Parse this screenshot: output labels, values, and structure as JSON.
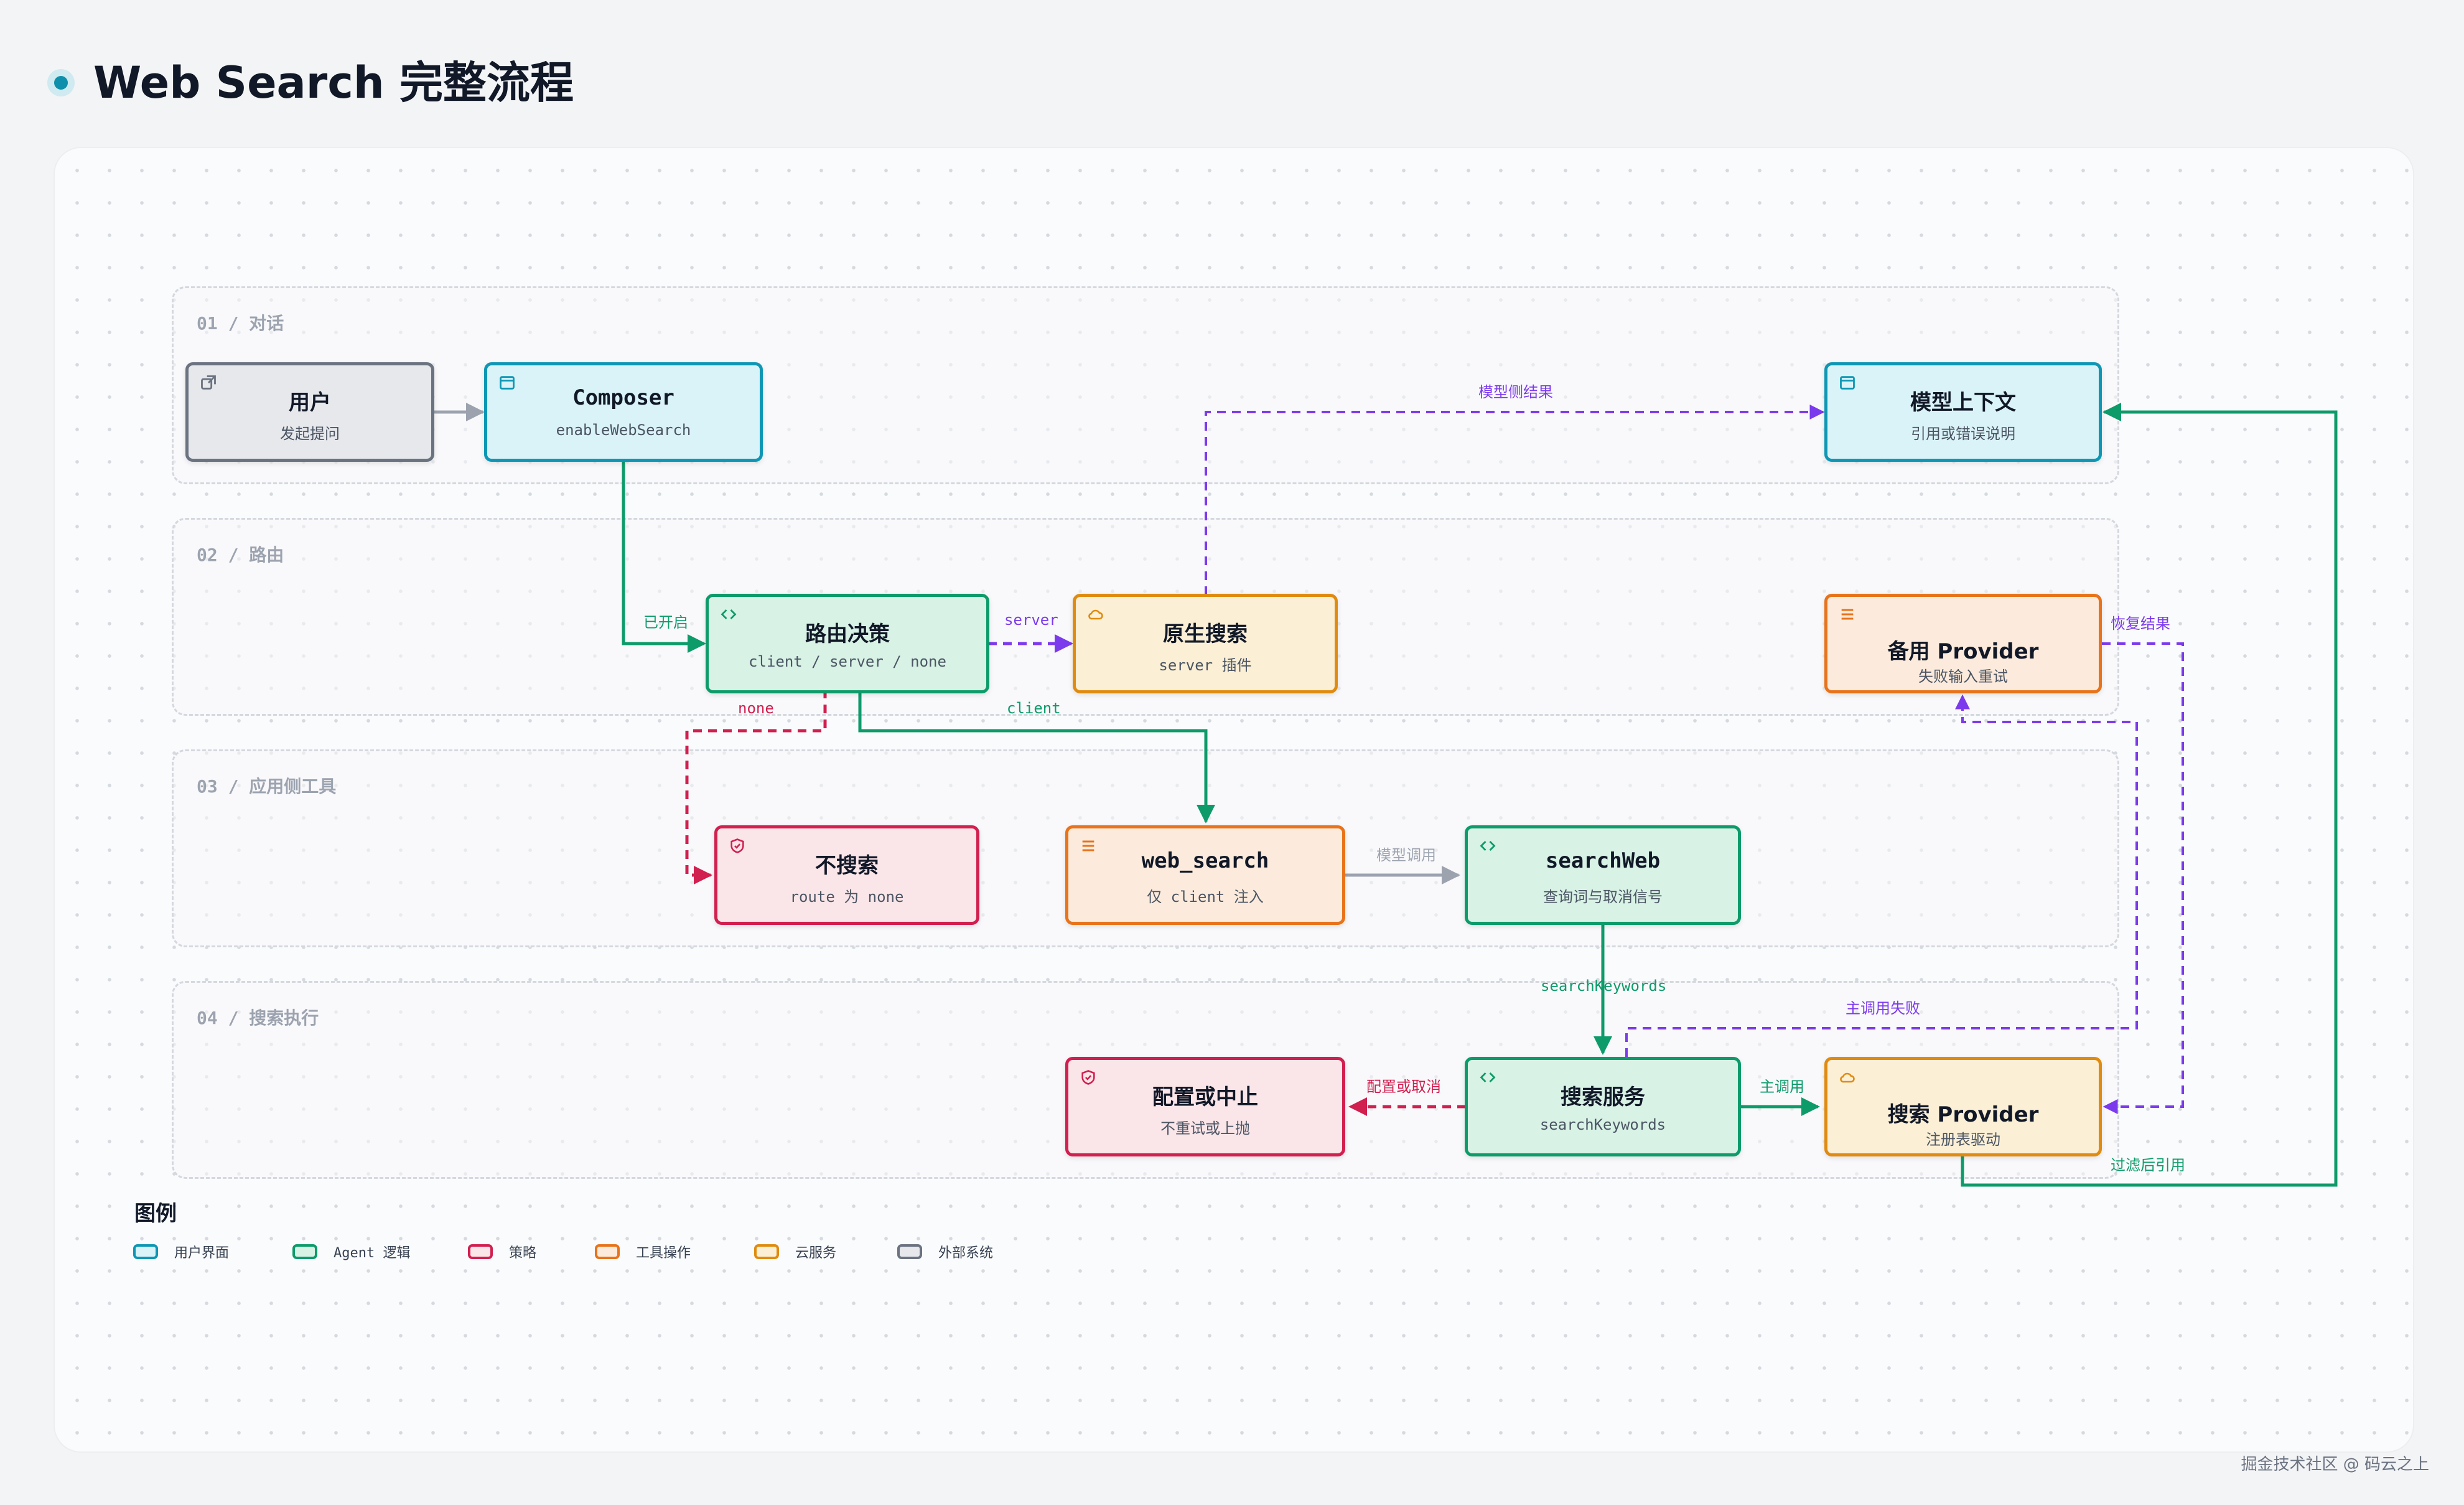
{
  "title": "Web Search 完整流程",
  "lanes": [
    {
      "label": "01 / 对话"
    },
    {
      "label": "02 / 路由"
    },
    {
      "label": "03 / 应用侧工具"
    },
    {
      "label": "04 / 搜索执行"
    }
  ],
  "nodes": {
    "user": {
      "title": "用户",
      "sub": "发起提问",
      "kind": "外部系统"
    },
    "composer": {
      "title": "Composer",
      "sub": "enableWebSearch",
      "kind": "用户界面"
    },
    "model_context": {
      "title": "模型上下文",
      "sub": "引用或错误说明",
      "kind": "用户界面"
    },
    "route_decision": {
      "title": "路由决策",
      "sub": "client / server / none",
      "kind": "Agent 逻辑"
    },
    "native_search": {
      "title": "原生搜索",
      "sub": "server 插件",
      "kind": "云服务"
    },
    "backup_provider": {
      "title": "备用 Provider",
      "sub": "失败输入重试",
      "kind": "工具操作"
    },
    "no_search": {
      "title": "不搜索",
      "sub": "route 为 none",
      "kind": "策略"
    },
    "web_search_tool": {
      "title": "web_search",
      "sub": "仅 client 注入",
      "kind": "工具操作"
    },
    "search_web": {
      "title": "searchWeb",
      "sub": "查询词与取消信号",
      "kind": "Agent 逻辑"
    },
    "config_abort": {
      "title": "配置或中止",
      "sub": "不重试或上抛",
      "kind": "策略"
    },
    "search_service": {
      "title": "搜索服务",
      "sub": "searchKeywords",
      "kind": "Agent 逻辑"
    },
    "search_provider": {
      "title": "搜索 Provider",
      "sub": "注册表驱动",
      "kind": "云服务"
    }
  },
  "edge_labels": {
    "enabled": "已开启",
    "server": "server",
    "client": "client",
    "none": "none",
    "model_side_result": "模型侧结果",
    "model_call": "模型调用",
    "search_keywords": "searchKeywords",
    "main_call_failed": "主调用失败",
    "recover_result": "恢复结果",
    "main_call": "主调用",
    "config_or_cancel": "配置或取消",
    "cite_after_filter": "过滤后引用"
  },
  "legend": {
    "title": "图例",
    "items": [
      {
        "label": "用户界面",
        "color": "#0e97b4"
      },
      {
        "label": "Agent 逻辑",
        "color": "#0d9b6a"
      },
      {
        "label": "策略",
        "color": "#d11f4f"
      },
      {
        "label": "工具操作",
        "color": "#e8731b"
      },
      {
        "label": "云服务",
        "color": "#e08b10"
      },
      {
        "label": "外部系统",
        "color": "#6b7280"
      }
    ]
  },
  "colors": {
    "flow_green": "#0d9b6a",
    "flow_purple": "#7c3aed",
    "flow_red": "#d11f4f",
    "flow_gray": "#9ca3af"
  },
  "footer": "掘金技术社区 @ 码云之上"
}
